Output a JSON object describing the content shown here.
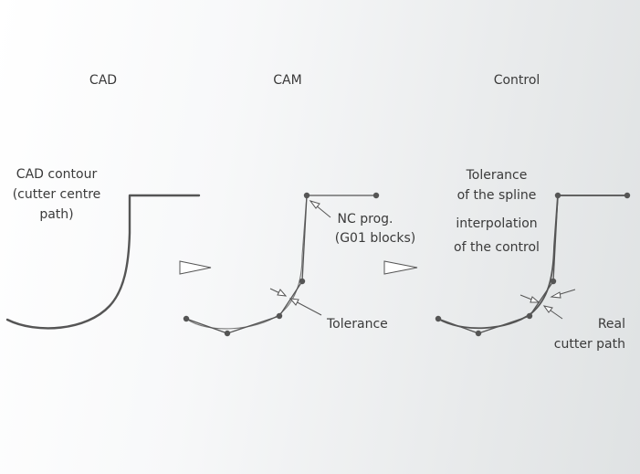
{
  "headers": {
    "cad": "CAD",
    "cam": "CAM",
    "control": "Control"
  },
  "labels": {
    "cad_contour": [
      "CAD contour",
      "(cutter centre",
      "path)"
    ],
    "nc_prog": [
      "NC prog.",
      "(G01 blocks)"
    ],
    "tolerance_cam": "Tolerance",
    "spline_tolerance": [
      "Tolerance",
      "of the spline",
      "interpolation",
      "of the control"
    ],
    "real_cutter_path": [
      "Real",
      "cutter path"
    ]
  },
  "colors": {
    "line": "#555555",
    "text": "#3a3a3a"
  }
}
